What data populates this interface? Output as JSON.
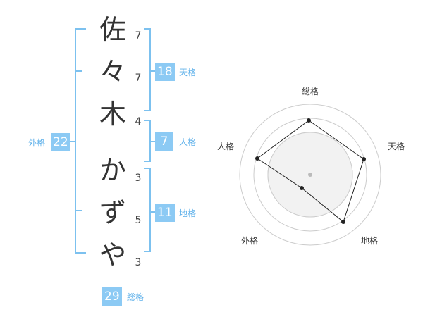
{
  "characters": [
    {
      "char": "佐",
      "strokes": "7"
    },
    {
      "char": "々",
      "strokes": "7"
    },
    {
      "char": "木",
      "strokes": "4"
    },
    {
      "char": "か",
      "strokes": "3"
    },
    {
      "char": "ず",
      "strokes": "5"
    },
    {
      "char": "や",
      "strokes": "3"
    }
  ],
  "scores": {
    "tenkaku": {
      "value": "18",
      "label": "天格"
    },
    "jinkaku": {
      "value": "7",
      "label": "人格"
    },
    "chikaku": {
      "value": "11",
      "label": "地格"
    },
    "gaikaku": {
      "value": "22",
      "label": "外格"
    },
    "soukaku": {
      "value": "29",
      "label": "総格"
    }
  },
  "radar": {
    "labels": {
      "top": "総格",
      "right": "天格",
      "bottom_right": "地格",
      "bottom_left": "外格",
      "left": "人格"
    },
    "colors": {
      "ring": "#cccccc",
      "fill": "#f2f2f2",
      "line": "#222222",
      "center": "#bbbbbb"
    }
  }
}
